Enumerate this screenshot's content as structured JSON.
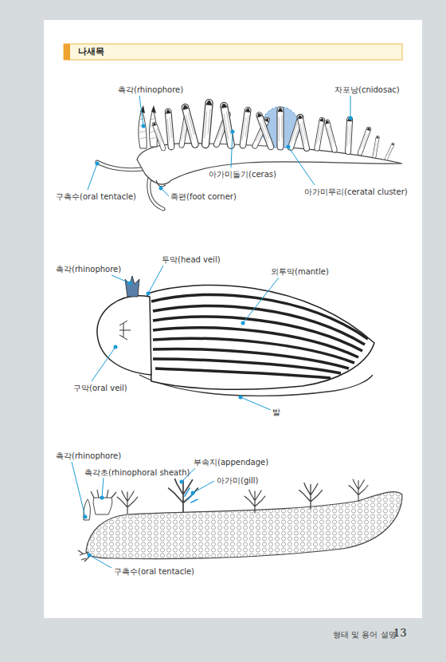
{
  "diagram": {
    "title": "나새목",
    "labels": [
      "촉각(rhinophore)",
      "자포낭(cnidosac)",
      "아가미돌기(ceras)",
      "족편(foot corner)",
      "구촉수(oral tentacle)",
      "아가미무리(ceratal cluster)",
      "두막(head veil)",
      "촉각(rhinophore)",
      "외투막(mantle)",
      "구막(oral veil)",
      "발",
      "촉각(rhinophore)",
      "부속지(appendage)",
      "촉각초(rhinophoral sheath)",
      "아가미(gill)",
      "구촉수(oral tentacle)",
      "형태 및 용어 설명",
      "13"
    ]
  }
}
